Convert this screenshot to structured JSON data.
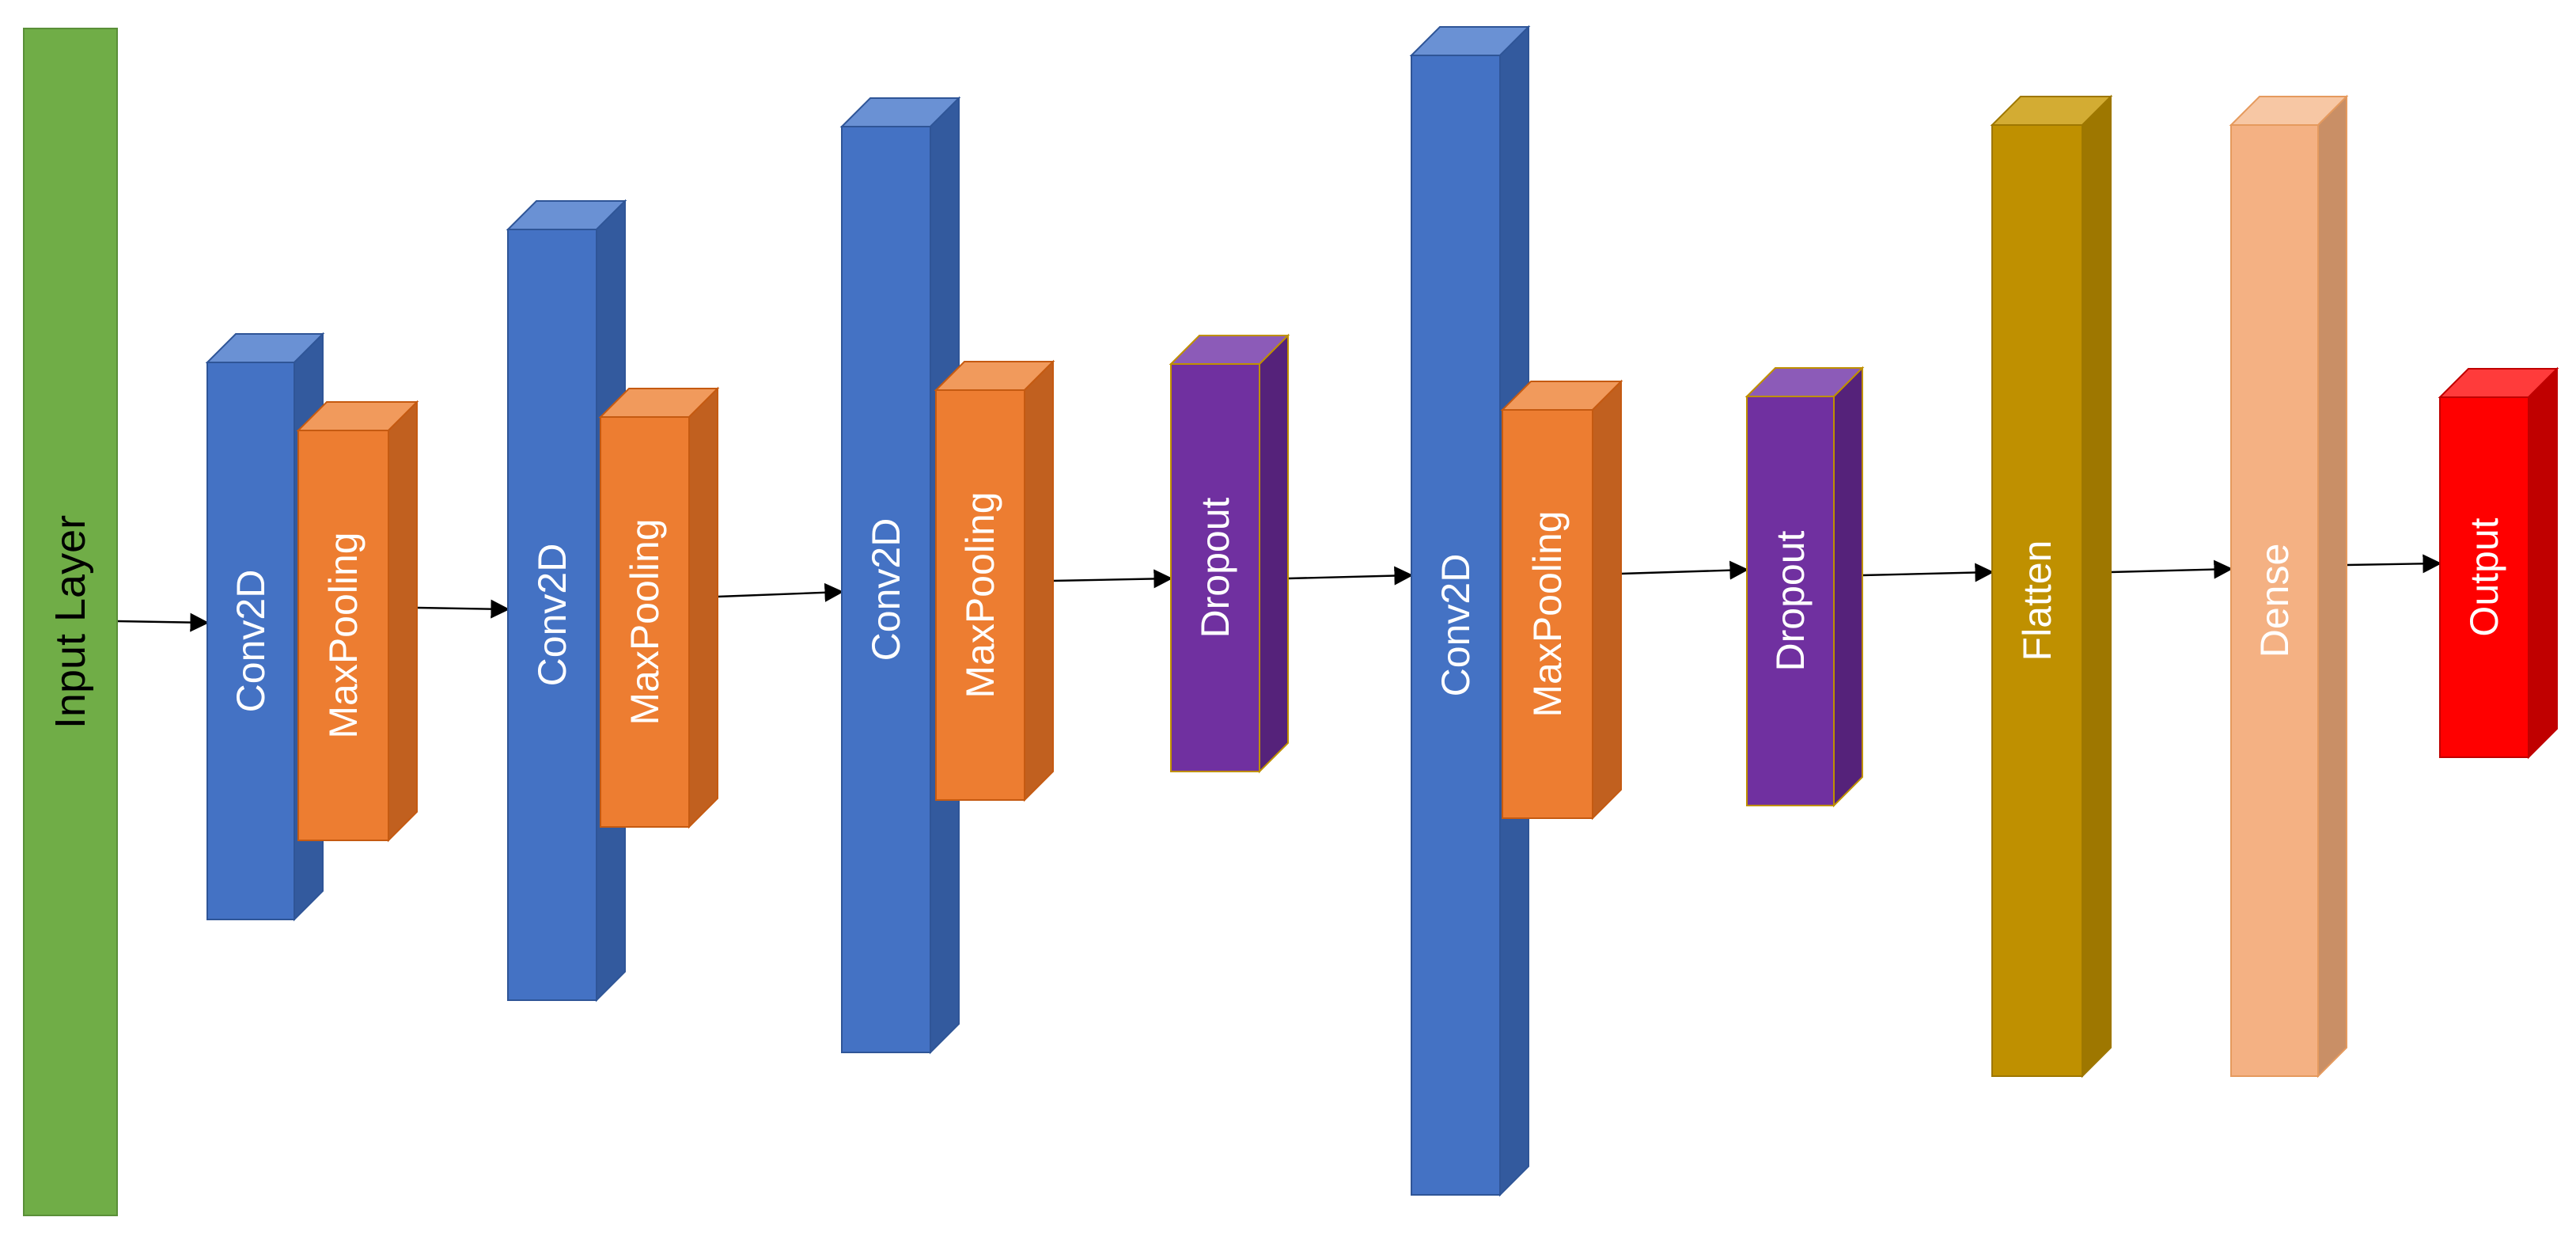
{
  "layers": [
    {
      "id": "input",
      "label": "Input Layer",
      "kind": "input",
      "colors": {
        "front": "#70AD47",
        "top": "#70AD47",
        "side": "#70AD47",
        "stroke": "#5A8F38"
      }
    },
    {
      "id": "conv1",
      "label": "Conv2D",
      "kind": "conv2d",
      "colors": {
        "front": "#4472C4",
        "top": "#6A91D4",
        "side": "#335A9E",
        "stroke": "#2F5597"
      }
    },
    {
      "id": "pool1",
      "label": "MaxPooling",
      "kind": "maxpooling",
      "colors": {
        "front": "#ED7D31",
        "top": "#F19A5C",
        "side": "#C1601F",
        "stroke": "#C55A11"
      }
    },
    {
      "id": "conv2",
      "label": "Conv2D",
      "kind": "conv2d",
      "colors": {
        "front": "#4472C4",
        "top": "#6A91D4",
        "side": "#335A9E",
        "stroke": "#2F5597"
      }
    },
    {
      "id": "pool2",
      "label": "MaxPooling",
      "kind": "maxpooling",
      "colors": {
        "front": "#ED7D31",
        "top": "#F19A5C",
        "side": "#C1601F",
        "stroke": "#C55A11"
      }
    },
    {
      "id": "conv3",
      "label": "Conv2D",
      "kind": "conv2d",
      "colors": {
        "front": "#4472C4",
        "top": "#6A91D4",
        "side": "#335A9E",
        "stroke": "#2F5597"
      }
    },
    {
      "id": "pool3",
      "label": "MaxPooling",
      "kind": "maxpooling",
      "colors": {
        "front": "#ED7D31",
        "top": "#F19A5C",
        "side": "#C1601F",
        "stroke": "#C55A11"
      }
    },
    {
      "id": "drop1",
      "label": "Dropout",
      "kind": "dropout",
      "colors": {
        "front": "#7030A0",
        "top": "#8C5BB8",
        "side": "#55227A",
        "stroke": "#BF9000"
      }
    },
    {
      "id": "conv4",
      "label": "Conv2D",
      "kind": "conv2d",
      "colors": {
        "front": "#4472C4",
        "top": "#6A91D4",
        "side": "#335A9E",
        "stroke": "#2F5597"
      }
    },
    {
      "id": "pool4",
      "label": "MaxPooling",
      "kind": "maxpooling",
      "colors": {
        "front": "#ED7D31",
        "top": "#F19A5C",
        "side": "#C1601F",
        "stroke": "#C55A11"
      }
    },
    {
      "id": "drop2",
      "label": "Dropout",
      "kind": "dropout",
      "colors": {
        "front": "#7030A0",
        "top": "#8C5BB8",
        "side": "#55227A",
        "stroke": "#BF9000"
      }
    },
    {
      "id": "flatten",
      "label": "Flatten",
      "kind": "flatten",
      "colors": {
        "front": "#BF9000",
        "top": "#D3AC33",
        "side": "#9E7700",
        "stroke": "#9E7700"
      }
    },
    {
      "id": "dense",
      "label": "Dense",
      "kind": "dense",
      "colors": {
        "front": "#F4B183",
        "top": "#F7C7A4",
        "side": "#C98F66",
        "stroke": "#E59A5E"
      }
    },
    {
      "id": "output",
      "label": "Output",
      "kind": "output",
      "colors": {
        "front": "#FF0000",
        "top": "#FF3B3B",
        "side": "#C00000",
        "stroke": "#C00000"
      }
    }
  ],
  "connections": [
    {
      "from": "input",
      "to": "conv1"
    },
    {
      "from": "pool1",
      "to": "conv2"
    },
    {
      "from": "pool2",
      "to": "conv3"
    },
    {
      "from": "pool3",
      "to": "drop1"
    },
    {
      "from": "drop1",
      "to": "conv4"
    },
    {
      "from": "pool4",
      "to": "drop2"
    },
    {
      "from": "drop2",
      "to": "flatten"
    },
    {
      "from": "flatten",
      "to": "dense"
    },
    {
      "from": "dense",
      "to": "output"
    }
  ]
}
